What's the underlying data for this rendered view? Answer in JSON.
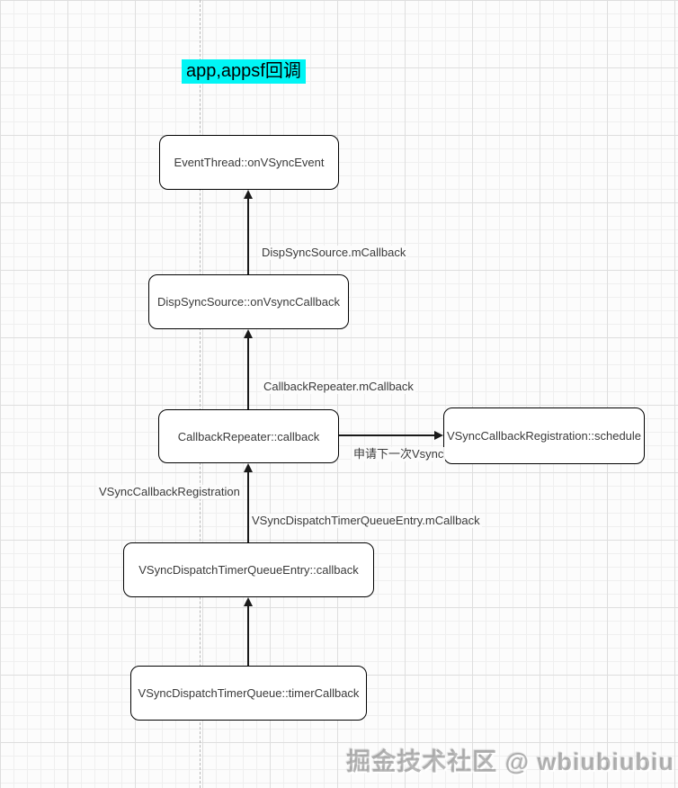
{
  "canvas": {
    "title": "app,appsf回调",
    "title_highlight_color": "#00f5f5",
    "watermark": "掘金技术社区 @ wbiubiubiu",
    "node_border_color": "#000000",
    "arrow_color": "#1a1a1a"
  },
  "nodes": [
    {
      "id": "event-thread",
      "label": "EventThread::onVSyncEvent"
    },
    {
      "id": "disp-sync-source",
      "label": "DispSyncSource::onVsyncCallback"
    },
    {
      "id": "callback-repeater",
      "label": "CallbackRepeater::callback"
    },
    {
      "id": "vsync-callback-registration-schedule",
      "label": "VSyncCallbackRegistration::schedule"
    },
    {
      "id": "vsync-dispatch-timer-queue-entry",
      "label": "VSyncDispatchTimerQueueEntry::callback"
    },
    {
      "id": "vsync-dispatch-timer-queue",
      "label": "VSyncDispatchTimerQueue::timerCallback"
    }
  ],
  "edges": [
    {
      "from": "DispSyncSource::onVsyncCallback",
      "to": "EventThread::onVSyncEvent",
      "label": "DispSyncSource.mCallback"
    },
    {
      "from": "CallbackRepeater::callback",
      "to": "DispSyncSource::onVsyncCallback",
      "label": "CallbackRepeater.mCallback"
    },
    {
      "from": "CallbackRepeater::callback",
      "to": "VSyncCallbackRegistration::schedule",
      "label": "申请下一次Vsync"
    },
    {
      "from": "VSyncDispatchTimerQueueEntry::callback",
      "to": "CallbackRepeater::callback",
      "label_left": "VSyncCallbackRegistration",
      "label": "VSyncDispatchTimerQueueEntry.mCallback"
    },
    {
      "from": "VSyncDispatchTimerQueue::timerCallback",
      "to": "VSyncDispatchTimerQueueEntry::callback",
      "label": ""
    }
  ]
}
